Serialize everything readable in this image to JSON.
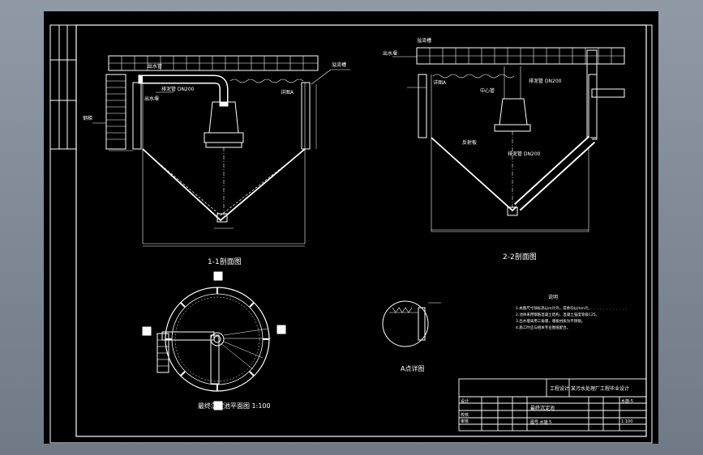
{
  "drawing": {
    "background": "#000000",
    "line_color": "#ffffff",
    "accent_color": "#ffffff"
  },
  "labels": {
    "section_1_1": "1-1剖面图",
    "section_2_2": "2-2剖面图",
    "plan_view": "最终沉淀池平面图 1:100",
    "detail_a": "A点详图",
    "pipe_dn200_left": "排泥管 DN200",
    "pipe_dn200_right": "排泥管 DN200",
    "pipe_dn200_diag": "排泥管 DN200",
    "weir_left": "出水堰",
    "weir_right": "出水堰",
    "detail_ref_left": "详图A",
    "detail_ref_right": "详图A",
    "center_pipe": "中心管",
    "reflector": "反射板",
    "ladder": "钢梯",
    "top_note": "溢流槽",
    "small_label": "出水管"
  },
  "notes": {
    "heading": "说明",
    "lines": [
      "1.本图尺寸除标高以m计外，其余均以mm计。",
      "2.池体采用钢筋混凝土结构，混凝土强度等级C25。",
      "3.出水堰采用三角堰，堰板材质为不锈钢。",
      "4.施工时应与相关专业图纸配合。"
    ]
  },
  "title_block": {
    "project": "工程设计",
    "school": "某污水处理厂工程毕业设计",
    "drawing_name": "最终沉淀池",
    "drawing_no": "水施-5",
    "scale": "1:100",
    "rows": [
      "设计",
      "校核",
      "审核"
    ],
    "bottom": "图号 水施 5"
  }
}
